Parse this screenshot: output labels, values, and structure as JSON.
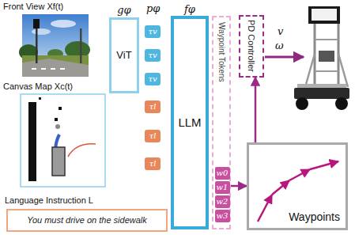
{
  "diagram": {
    "nodes": [
      {
        "text": [
          "gφ",
          "ViT"
        ]
      },
      {
        "text": [
          "τv"
        ]
      },
      {
        "text": [
          "τv"
        ]
      },
      {
        "text": [
          "τv"
        ]
      },
      {
        "text": [
          "τl"
        ]
      },
      {
        "text": [
          "τl"
        ]
      },
      {
        "text": [
          "τl"
        ]
      },
      {
        "text": [
          "You must drive on the sidewalk"
        ]
      },
      {
        "text": [
          "fφ",
          "LLM"
        ]
      },
      {
        "text": [
          "Waypoint Tokens"
        ]
      },
      {
        "text": [
          "w0"
        ],
        "in": 9
      },
      {
        "text": [
          "w1"
        ],
        "in": 9
      },
      {
        "text": [
          "w2"
        ],
        "in": 9
      },
      {
        "text": [
          "w3"
        ],
        "in": 9
      },
      {
        "text": [
          "PD Controller"
        ]
      },
      {
        "text": [
          "Waypoints"
        ]
      }
    ],
    "edges": [
      {
        "from": 9,
        "to": 15,
        "arrow": "to"
      },
      {
        "from": 15,
        "to": 14,
        "arrow": "to"
      }
    ],
    "labels": [
      "Front View Xf(t)",
      "Canvas Map Xc(t)",
      "Language Instruction L",
      "pφ",
      "v",
      "ω"
    ]
  }
}
